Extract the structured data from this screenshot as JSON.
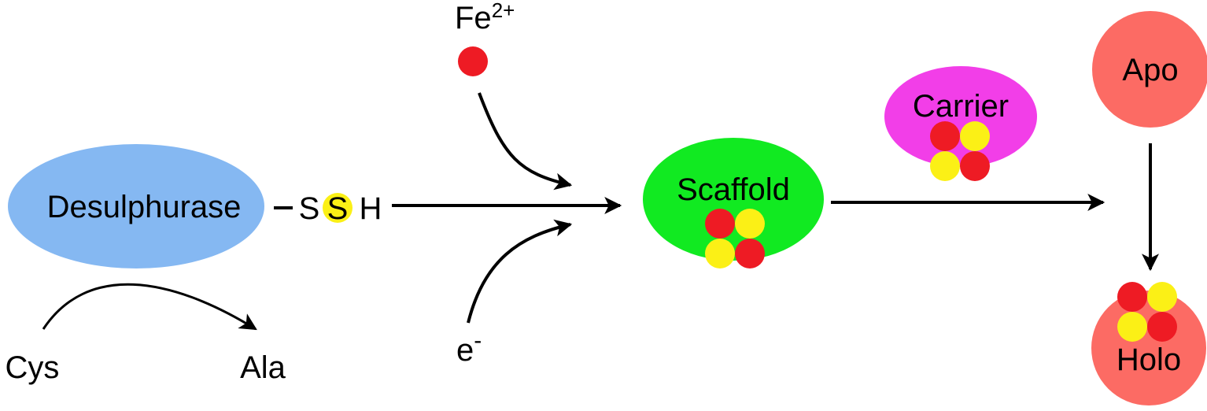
{
  "colors": {
    "desulphurase": "#85b8f2",
    "scaffold": "#11ea21",
    "carrier": "#f23ee8",
    "apo_holo": "#fc6b64",
    "iron": "#ee1b24",
    "sulphur": "#fbf016",
    "arrow": "#000000"
  },
  "labels": {
    "desulphurase": "Desulphurase",
    "thiol_s1": "S",
    "thiol_s2": "S",
    "thiol_h": "H",
    "cys": "Cys",
    "ala": "Ala",
    "iron_base": "Fe",
    "iron_charge": "2+",
    "electron_base": "e",
    "electron_charge": "-",
    "scaffold": "Scaffold",
    "carrier": "Carrier",
    "apo": "Apo",
    "holo": "Holo"
  }
}
